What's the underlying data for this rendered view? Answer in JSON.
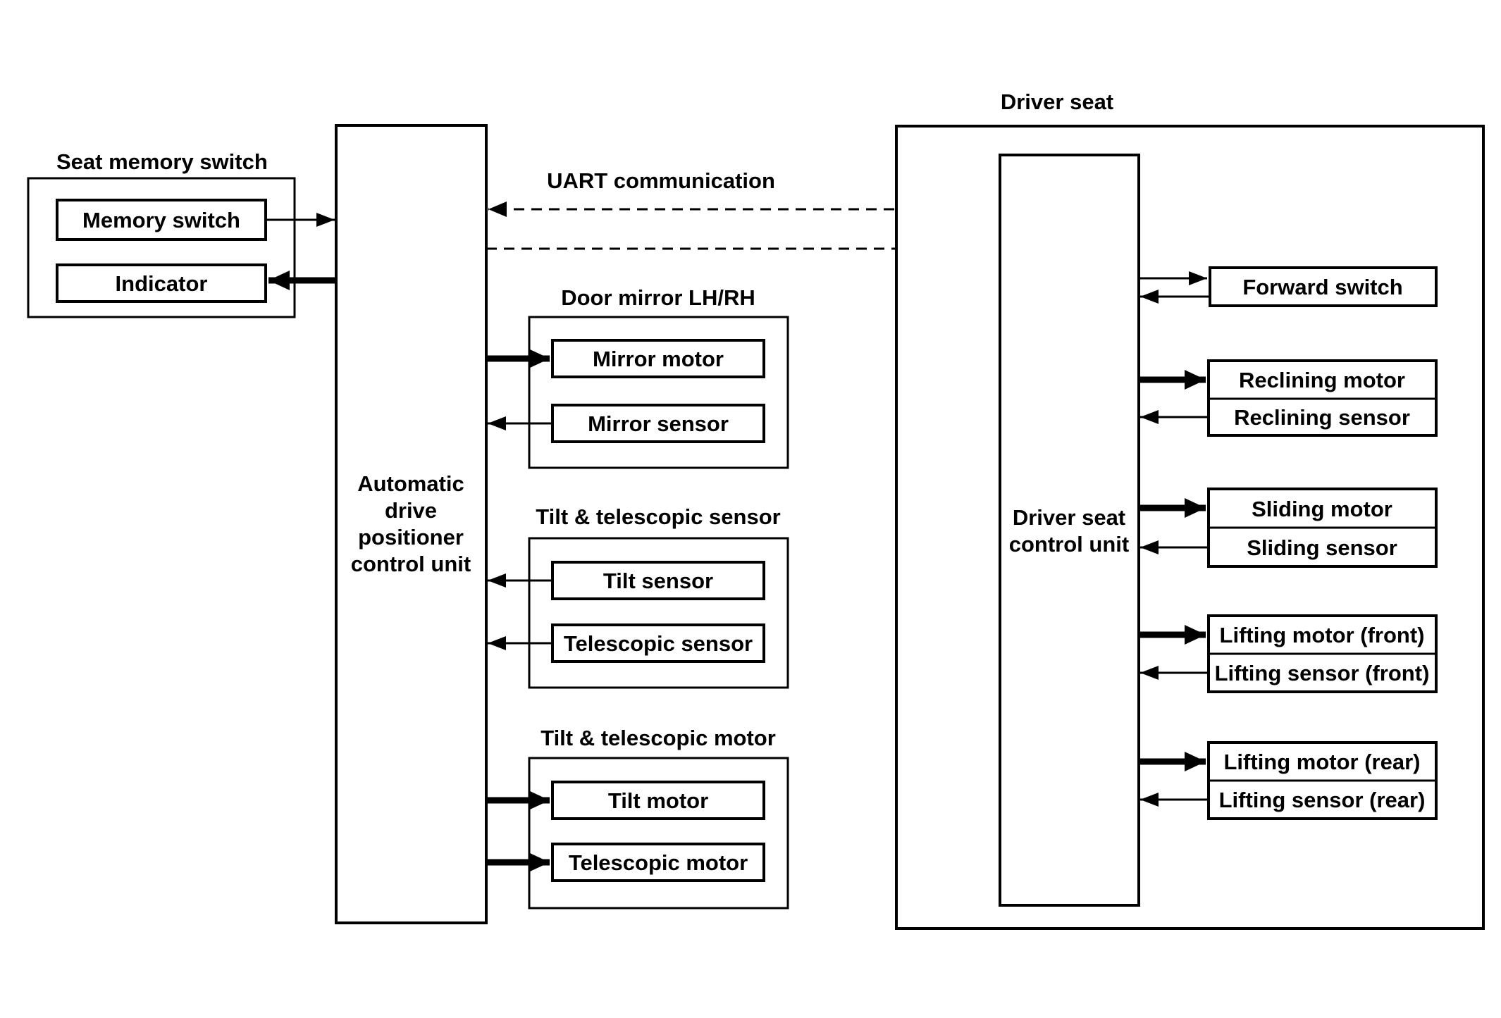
{
  "seat_memory_switch": {
    "title": "Seat memory switch",
    "memory_switch": "Memory switch",
    "indicator": "Indicator"
  },
  "adp_control_unit": {
    "lines": [
      "Automatic",
      "drive",
      "positioner",
      "control unit"
    ]
  },
  "uart": {
    "label": "UART communication"
  },
  "door_mirror": {
    "title": "Door mirror LH/RH",
    "motor": "Mirror motor",
    "sensor": "Mirror sensor"
  },
  "tilt_telescopic_sensor": {
    "title": "Tilt & telescopic sensor",
    "tilt": "Tilt sensor",
    "telescopic": "Telescopic sensor"
  },
  "tilt_telescopic_motor": {
    "title": "Tilt & telescopic motor",
    "tilt": "Tilt motor",
    "telescopic": "Telescopic motor"
  },
  "driver_seat": {
    "title": "Driver seat",
    "control_unit_lines": [
      "Driver seat",
      "control unit"
    ],
    "forward_switch": "Forward switch",
    "reclining_motor": "Reclining motor",
    "reclining_sensor": "Reclining sensor",
    "sliding_motor": "Sliding motor",
    "sliding_sensor": "Sliding sensor",
    "lifting_motor_front": "Lifting motor (front)",
    "lifting_sensor_front": "Lifting sensor (front)",
    "lifting_motor_rear": "Lifting motor (rear)",
    "lifting_sensor_rear": "Lifting sensor (rear)"
  },
  "colors": {
    "line": "#000000",
    "background": "#ffffff"
  }
}
